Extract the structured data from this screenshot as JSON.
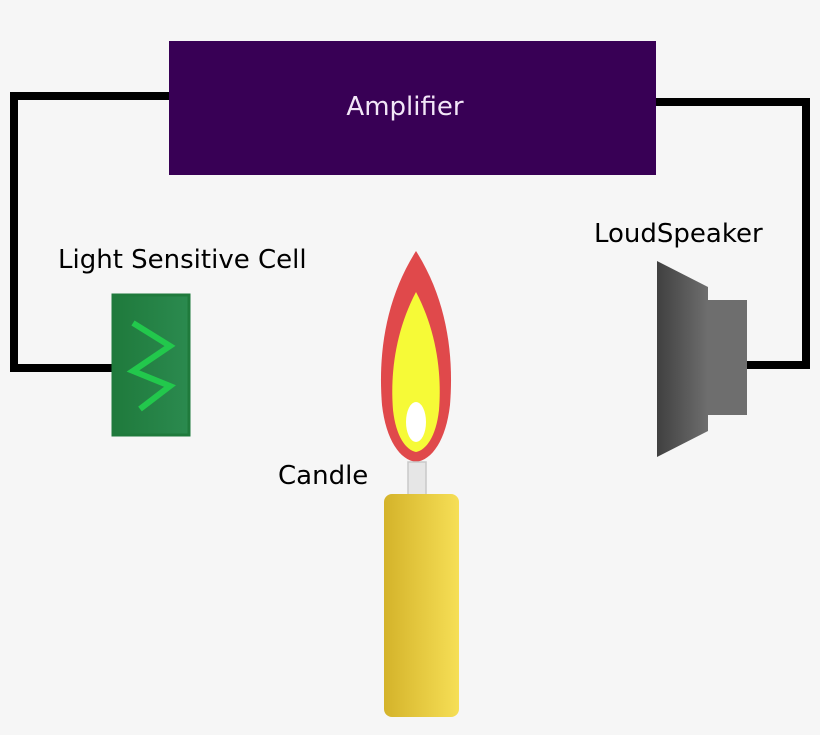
{
  "diagram": {
    "labels": {
      "amplifier": "Amplifier",
      "sensor": "Light Sensitive Cell",
      "speaker": "LoudSpeaker",
      "candle": "Candle"
    },
    "colors": {
      "background": "#f6f6f6",
      "wire": "#000000",
      "amplifier_fill": "#380055",
      "amplifier_text": "#f2e6f7",
      "cell_fill": "#2b8a4f",
      "cell_border": "#1f7a3c",
      "cell_zigzag": "#22c84c",
      "speaker_dark": "#404040",
      "speaker_light": "#6e6e6e",
      "flame_outer": "#e0494b",
      "flame_inner": "#f6fa37",
      "flame_core": "#ffffff",
      "wick": "#cfcfcf",
      "candle_dark": "#d4b32a",
      "candle_light": "#f6df56",
      "label_text": "#000000"
    }
  }
}
